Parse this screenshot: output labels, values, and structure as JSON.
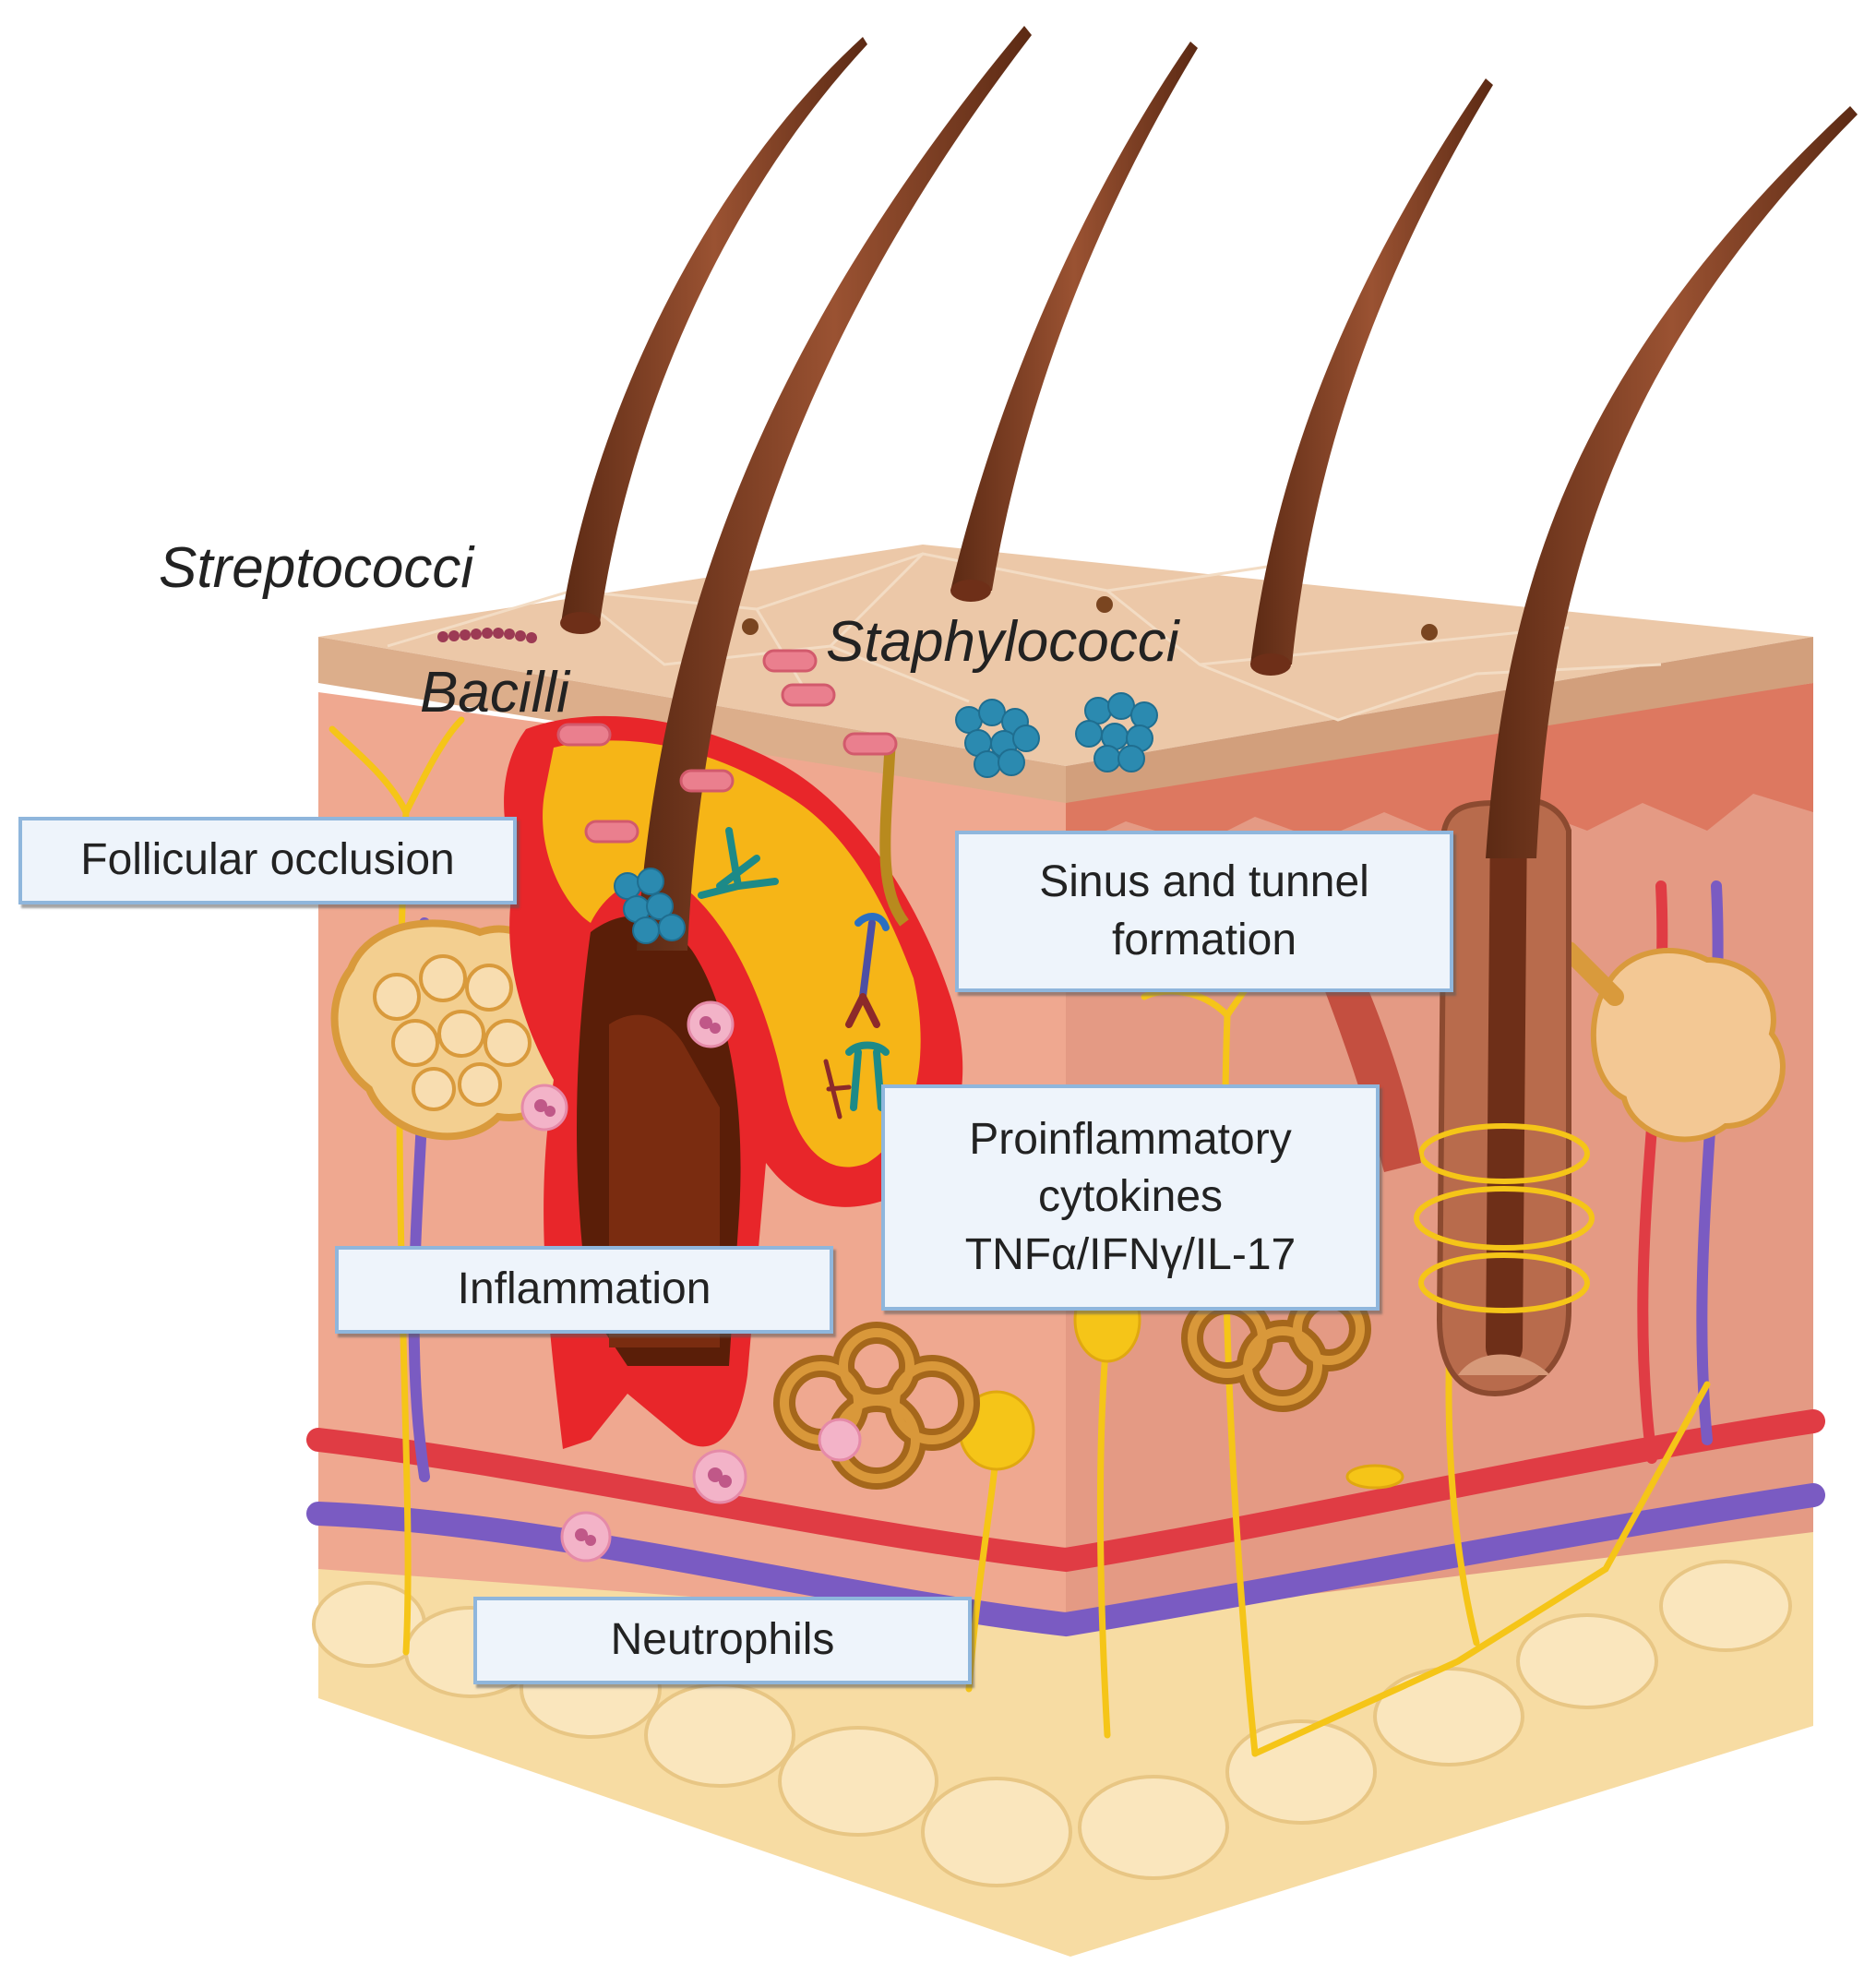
{
  "bacteria": {
    "streptococci": "Streptococci",
    "bacilli": "Bacilli",
    "staphylococci": "Staphylococci"
  },
  "labels": {
    "follicular_occlusion": "Follicular occlusion",
    "sinus_tunnel": "Sinus and tunnel\nformation",
    "cytokines": "Proinflammatory\ncytokines\nTNFα/IFNγ/IL-17",
    "inflammation": "Inflammation",
    "neutrophils": "Neutrophils"
  },
  "colors": {
    "epidermis": "#e9c4a4",
    "dermis_front": "#efa890",
    "dermis_side": "#e49a84",
    "fat": "#f7dca3",
    "hair": "#7a3a1e",
    "abscess_red": "#e8262a",
    "pus_yellow": "#f6b517",
    "nerve": "#f5c518",
    "artery": "#e03c44",
    "vein": "#7a5bc2",
    "label_border": "#8fb6dc",
    "label_fill": "#eef4fb"
  }
}
